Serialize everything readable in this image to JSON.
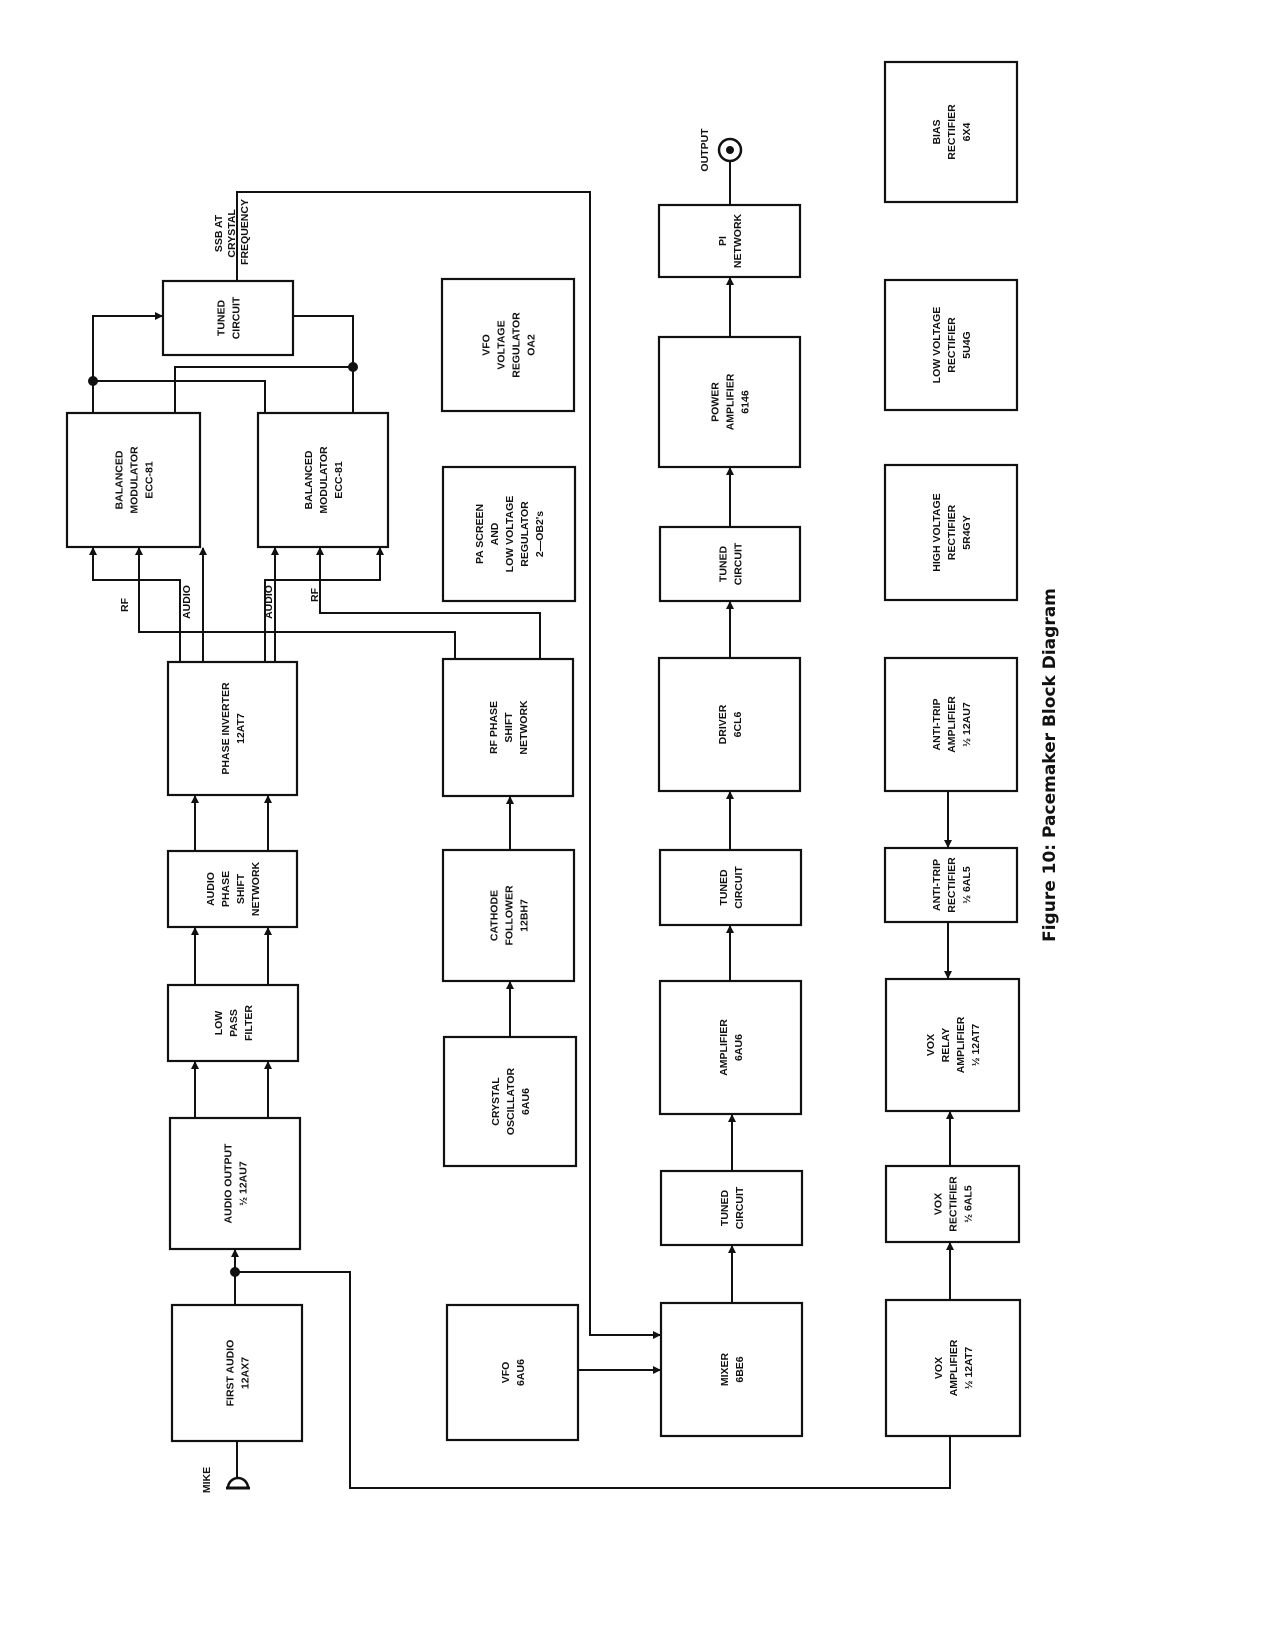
{
  "title": "Figure 10: Pacemaker Block Diagram",
  "labels": {
    "ssb": [
      "SSB AT",
      "CRYSTAL",
      "FREQUENCY"
    ],
    "output": "OUTPUT",
    "mike": "MIKE",
    "rf1": "RF",
    "audio1": "AUDIO",
    "audio2": "AUDIO",
    "rf2": "RF"
  },
  "blocks": {
    "tuned_circuit_sideband": [
      "TUNED",
      "CIRCUIT"
    ],
    "balanced_modulator_1": [
      "BALANCED",
      "MODULATOR",
      "ECC-81"
    ],
    "balanced_modulator_2": [
      "BALANCED",
      "MODULATOR",
      "ECC-81"
    ],
    "phase_inverter": [
      "PHASE INVERTER",
      "12AT7"
    ],
    "audio_phase_shift_network": [
      "AUDIO",
      "PHASE",
      "SHIFT",
      "NETWORK"
    ],
    "low_pass_filter": [
      "LOW",
      "PASS",
      "FILTER"
    ],
    "audio_output": [
      "AUDIO OUTPUT",
      "½ 12AU7"
    ],
    "first_audio": [
      "FIRST AUDIO",
      "12AX7"
    ],
    "vfo_voltage_regulator": [
      "VFO",
      "VOLTAGE",
      "REGULATOR",
      "OA2"
    ],
    "pa_screen_regulator": [
      "PA SCREEN",
      "AND",
      "LOW VOLTAGE",
      "REGULATOR",
      "2—OB2's"
    ],
    "rf_phase_shift_network": [
      "RF PHASE",
      "SHIFT",
      "NETWORK"
    ],
    "cathode_follower": [
      "CATHODE",
      "FOLLOWER",
      "12BH7"
    ],
    "crystal_oscillator": [
      "CRYSTAL",
      "OSCILLATOR",
      "6AU6"
    ],
    "vfo": [
      "VFO",
      "6AU6"
    ],
    "pi_network": [
      "PI",
      "NETWORK"
    ],
    "power_amplifier": [
      "POWER",
      "AMPLIFIER",
      "6146"
    ],
    "tuned_circuit_2": [
      "TUNED",
      "CIRCUIT"
    ],
    "driver": [
      "DRIVER",
      "6CL6"
    ],
    "tuned_circuit_3": [
      "TUNED",
      "CIRCUIT"
    ],
    "amplifier": [
      "AMPLIFIER",
      "6AU6"
    ],
    "tuned_circuit_4": [
      "TUNED",
      "CIRCUIT"
    ],
    "mixer": [
      "MIXER",
      "6BE6"
    ],
    "bias_rectifier": [
      "BIAS",
      "RECTIFIER",
      "6X4"
    ],
    "low_voltage_rectifier": [
      "LOW VOLTAGE",
      "RECTIFIER",
      "5U4G"
    ],
    "high_voltage_rectifier": [
      "HIGH VOLTAGE",
      "RECTIFIER",
      "5R4GY"
    ],
    "anti_trip_amplifier": [
      "ANTI-TRIP",
      "AMPLIFIER",
      "½ 12AU7"
    ],
    "anti_trip_rectifier": [
      "ANTI-TRIP",
      "RECTIFIER",
      "½ 6AL5"
    ],
    "vox_relay_amplifier": [
      "VOX",
      "RELAY",
      "AMPLIFIER",
      "½ 12AT7"
    ],
    "vox_rectifier": [
      "VOX",
      "RECTIFIER",
      "½ 6AL5"
    ],
    "vox_amplifier": [
      "VOX",
      "AMPLIFIER",
      "½ 12AT7"
    ]
  }
}
